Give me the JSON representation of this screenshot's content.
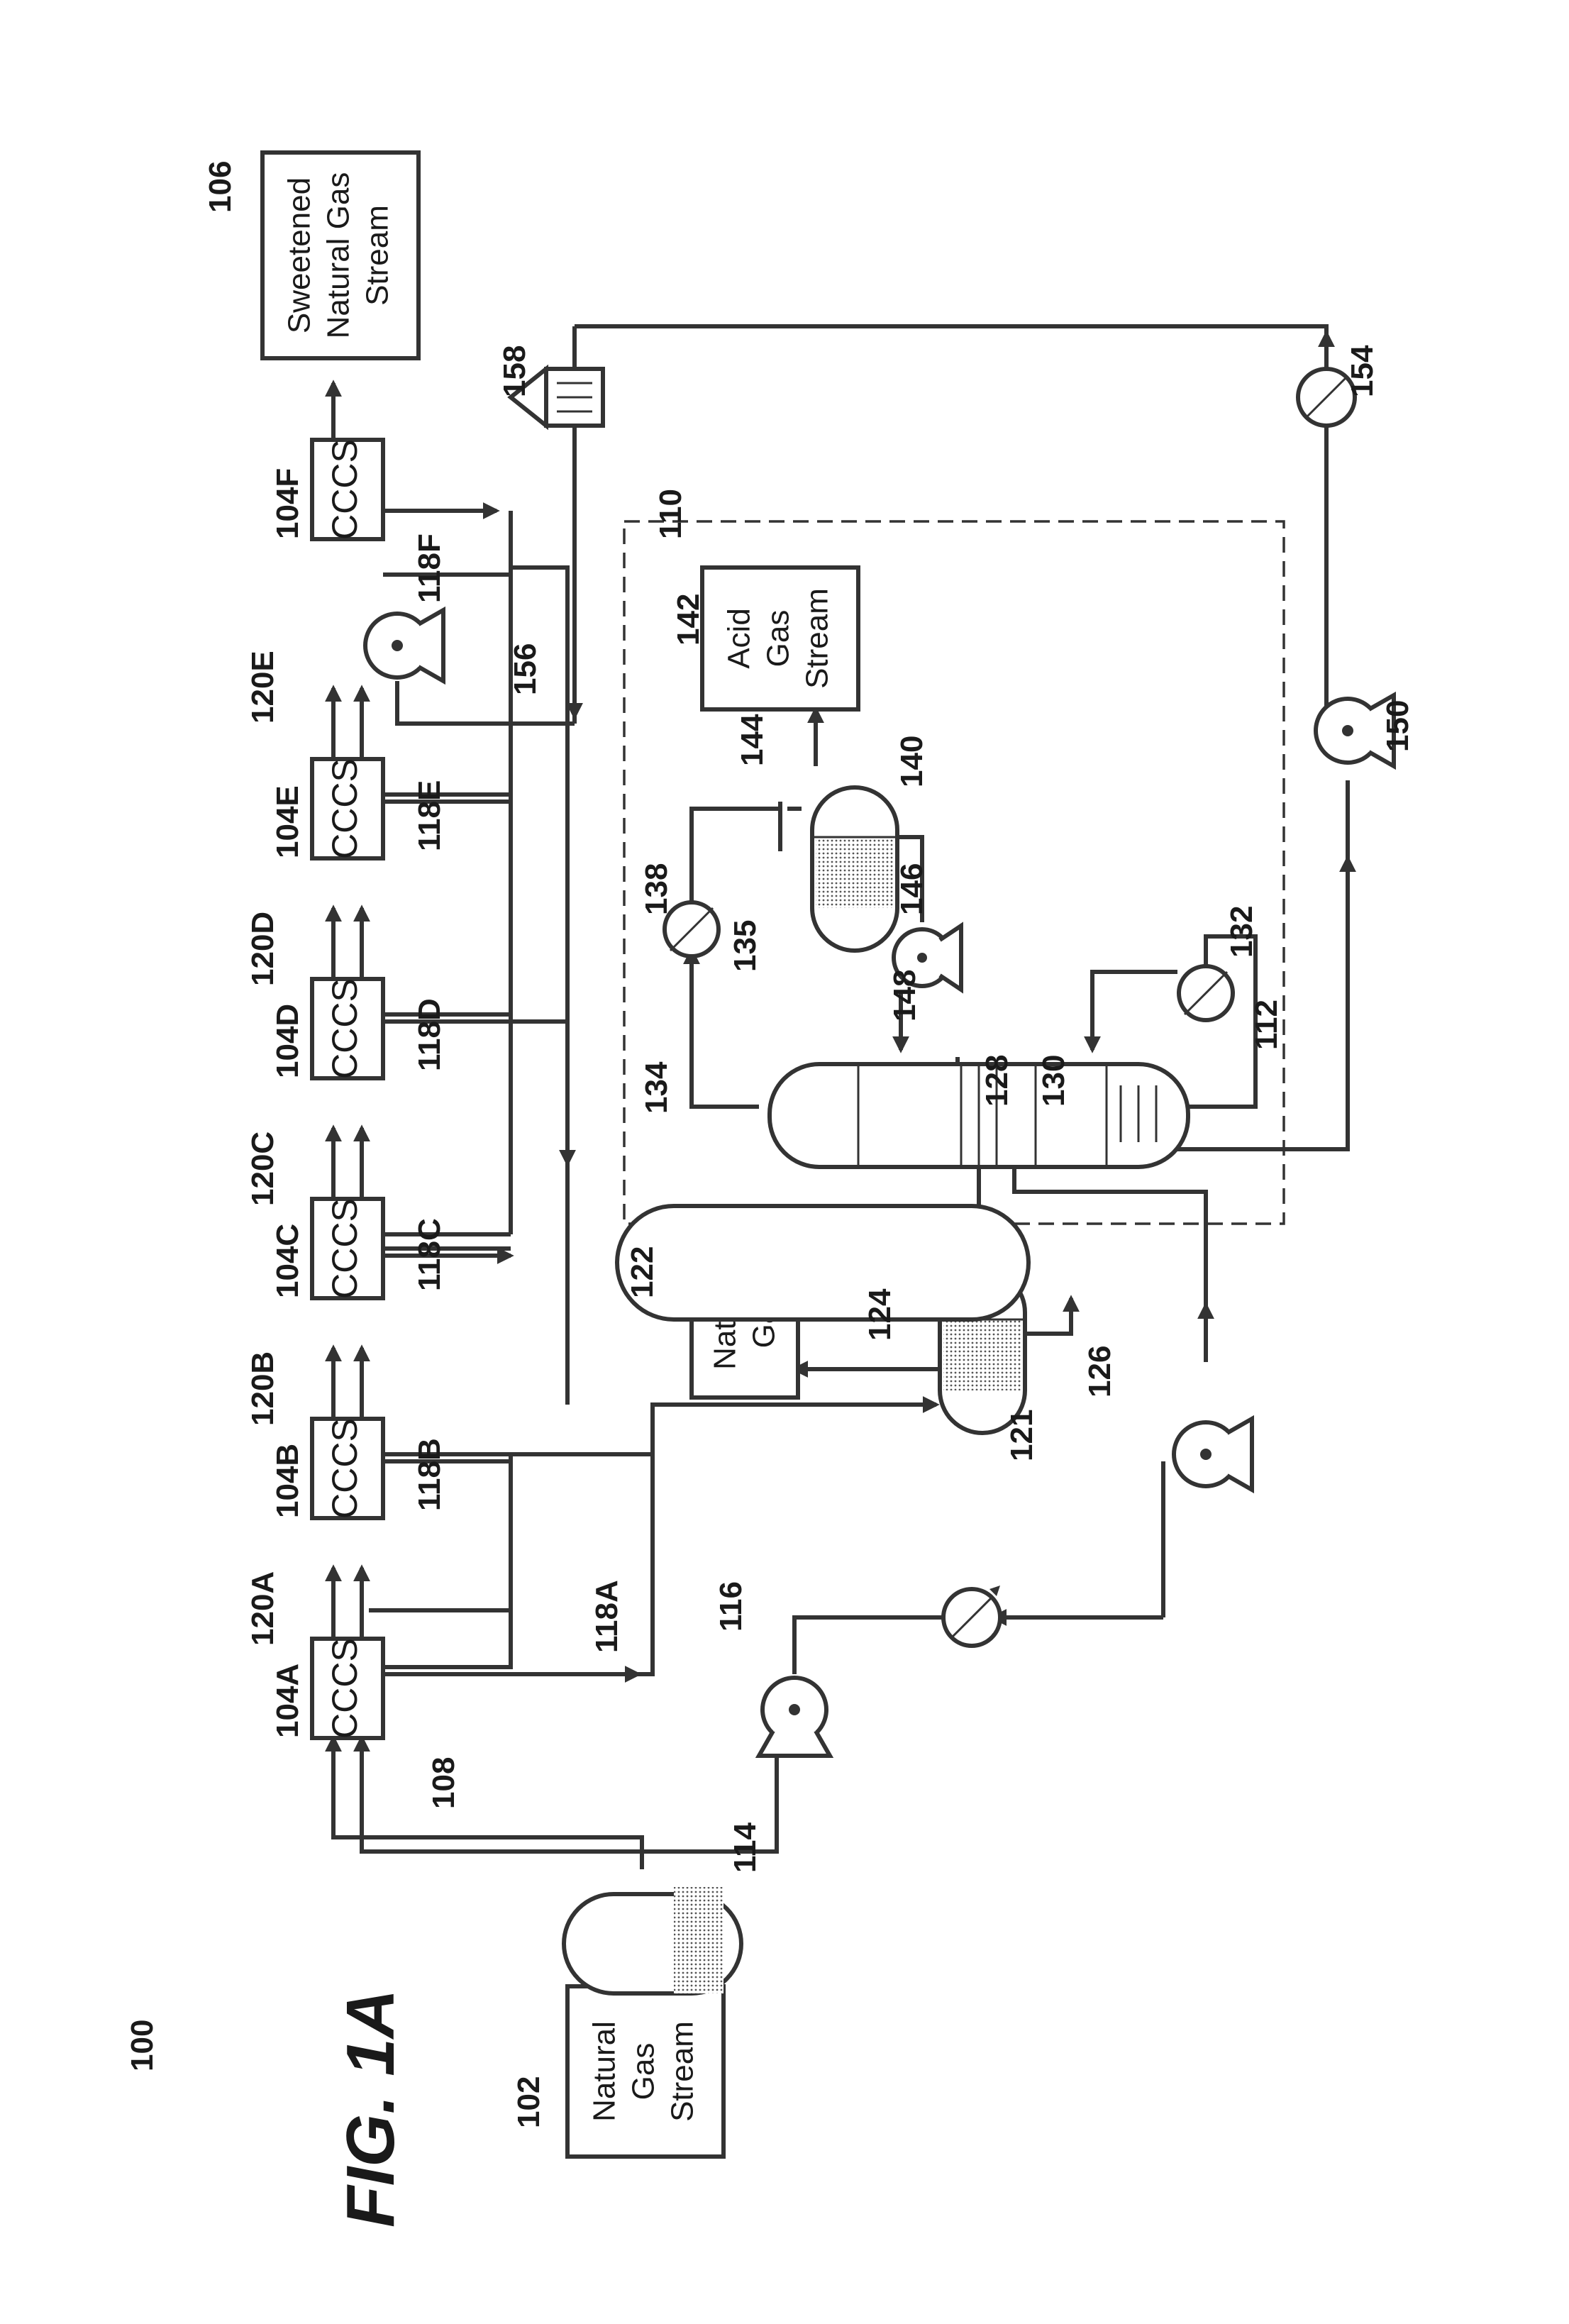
{
  "figure": {
    "title": "FIG. 1A",
    "system_ref": "100"
  },
  "streams": {
    "feed": {
      "lines": [
        "Natural",
        "Gas",
        "Stream"
      ],
      "ref": "102"
    },
    "product": {
      "lines": [
        "Sweetened",
        "Natural Gas",
        "Stream"
      ],
      "ref": "106"
    },
    "natural_gas": {
      "lines": [
        "Natural",
        "Gas"
      ],
      "ref": "122"
    },
    "acid_gas": {
      "lines": [
        "Acid",
        "Gas",
        "Stream"
      ],
      "ref": "142"
    }
  },
  "contactors": {
    "label": "CCCS",
    "refs": [
      "104A",
      "104B",
      "104C",
      "104D",
      "104E",
      "104F"
    ],
    "gas_refs": [
      "120A",
      "120B",
      "120C",
      "120D",
      "120E"
    ],
    "liquid_refs": [
      "118A",
      "118B",
      "118C",
      "118D",
      "118E",
      "118F"
    ]
  },
  "refs": {
    "feed_line": "108",
    "regenerator_unit": "110",
    "lean_solvent": "112",
    "inlet_separator": "114",
    "solvent_pump": "116",
    "flash_drum": "121",
    "flash_gas": "124",
    "flash_liquid": "126",
    "column_section_a": "128",
    "column_section_b": "130",
    "reboiler": "132",
    "overhead": "134",
    "condenser": "135",
    "condenser_out": "138",
    "reflux_drum": "140",
    "acid_gas_line": "144",
    "reflux_line": "146",
    "reflux_pump": "148",
    "lean_pump": "150",
    "lean_cooler": "154",
    "makeup_line": "156",
    "makeup_tank": "158"
  }
}
